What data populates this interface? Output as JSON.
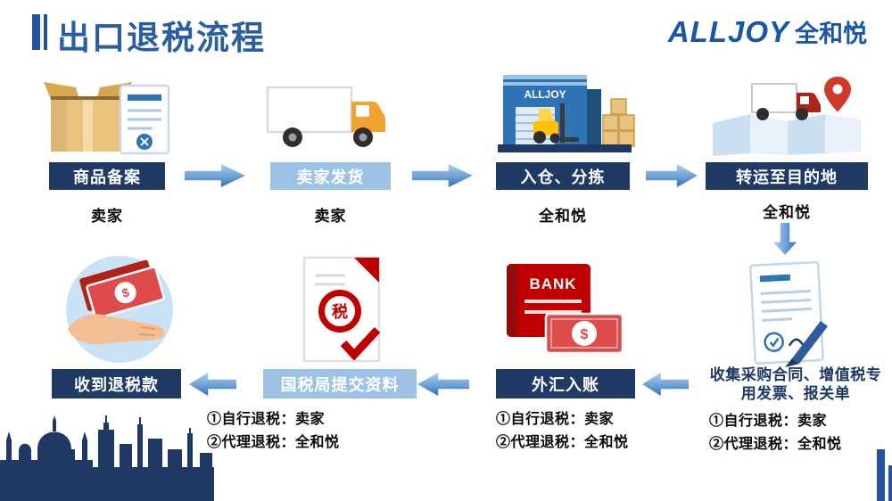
{
  "header": {
    "title": "出口退税流程",
    "logo_en": "ALLJOY",
    "logo_cn": "全和悦"
  },
  "icon_text": {
    "warehouse_sign": "ALLJOY",
    "bank_label": "BANK",
    "tax_seal": "税",
    "money_symbol": "$"
  },
  "flow_top": {
    "steps": [
      {
        "label": "商品备案",
        "actor": "卖家"
      },
      {
        "label": "卖家发货",
        "actor": "卖家"
      },
      {
        "label": "入仓、分拣",
        "actor": "全和悦"
      },
      {
        "label": "转运至目的地",
        "actor": "全和悦"
      }
    ]
  },
  "flow_bottom": {
    "steps": [
      {
        "label": "收集采购合同、增值税专用发票、报关单",
        "note1": "①自行退税：卖家",
        "note2": "②代理退税：全和悦"
      },
      {
        "label": "外汇入账",
        "note1": "①自行退税：卖家",
        "note2": "②代理退税：全和悦"
      },
      {
        "label": "国税局提交资料",
        "note1": "①自行退税：卖家",
        "note2": "②代理退税：全和悦"
      },
      {
        "label": "收到退税款"
      }
    ]
  }
}
